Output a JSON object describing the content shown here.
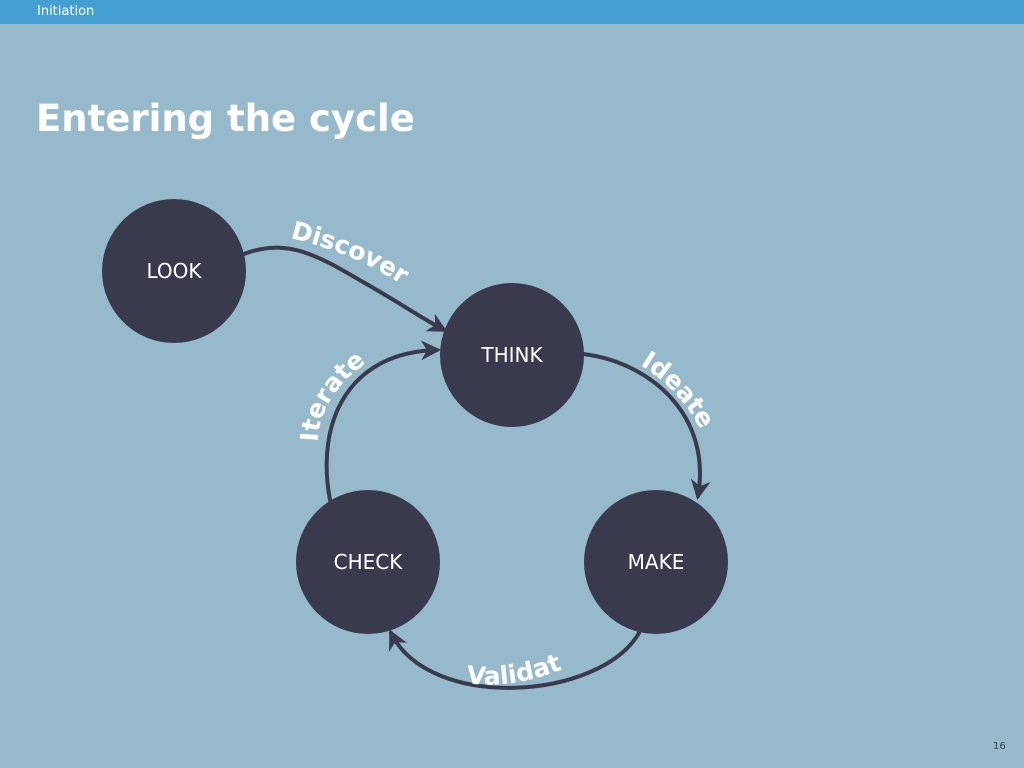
{
  "header": {
    "section": "Initiation"
  },
  "slide": {
    "title": "Entering the cycle",
    "page_number": "16"
  },
  "diagram": {
    "nodes": {
      "look": "LOOK",
      "think": "THINK",
      "make": "MAKE",
      "check": "CHECK"
    },
    "edges": {
      "discover": "Discover",
      "ideate": "Ideate",
      "validate": "Validate",
      "iterate": "Iterate"
    }
  },
  "colors": {
    "background": "#97b9cc",
    "header_bar": "#459fd2",
    "node_fill": "#393a4e",
    "text": "#ffffff"
  }
}
